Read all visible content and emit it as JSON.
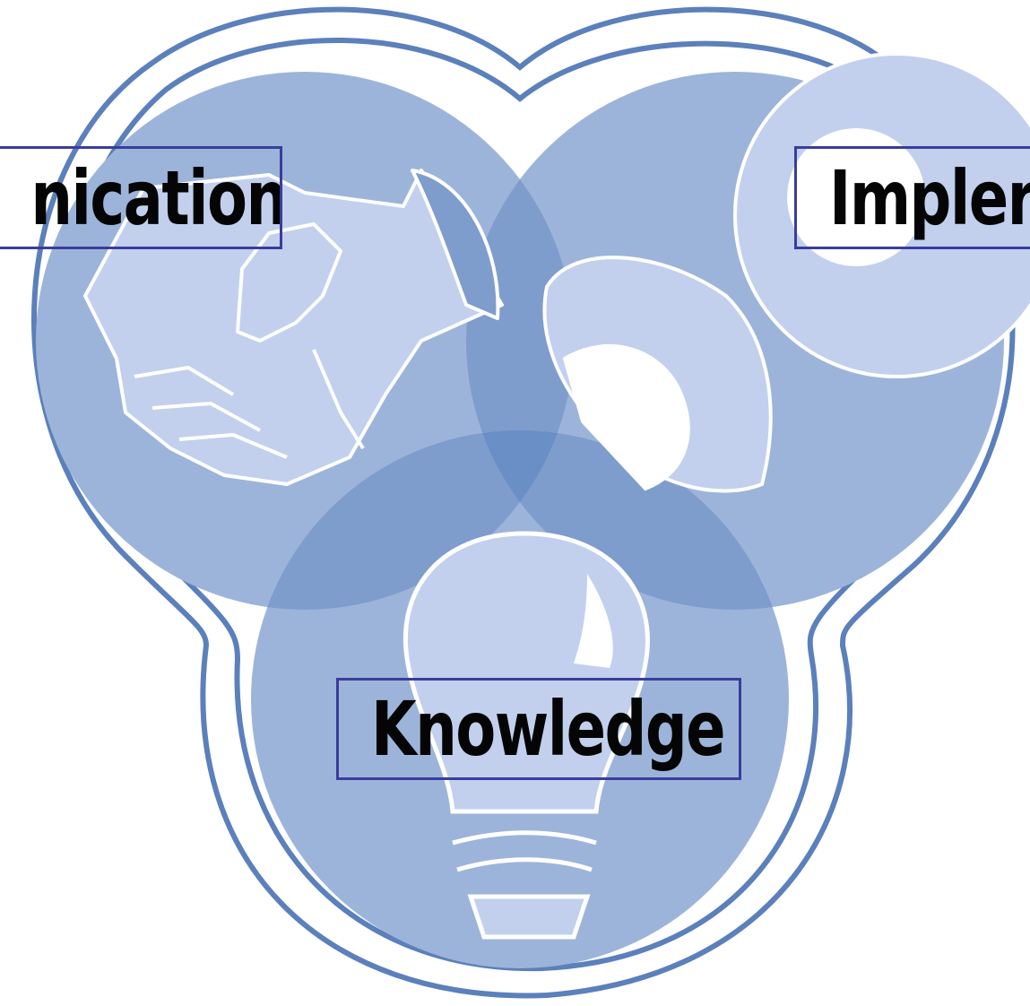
{
  "diagram": {
    "labels": {
      "communication": "nication",
      "implementation": "Impler",
      "knowledge": "Knowledge"
    },
    "colors": {
      "outer_ring": "#5b80bb",
      "circle_fill": "#9db4da",
      "overlap_fill": "#7e9dcc",
      "center_fill": "#6a8ec6",
      "illustration_fill": "#c2d0ee",
      "illustration_stroke": "#ffffff",
      "label_border": "#3a3d9c",
      "label_text": "#050505"
    },
    "icons": [
      "handshake-icon",
      "gears-icon",
      "lightbulb-icon"
    ]
  }
}
